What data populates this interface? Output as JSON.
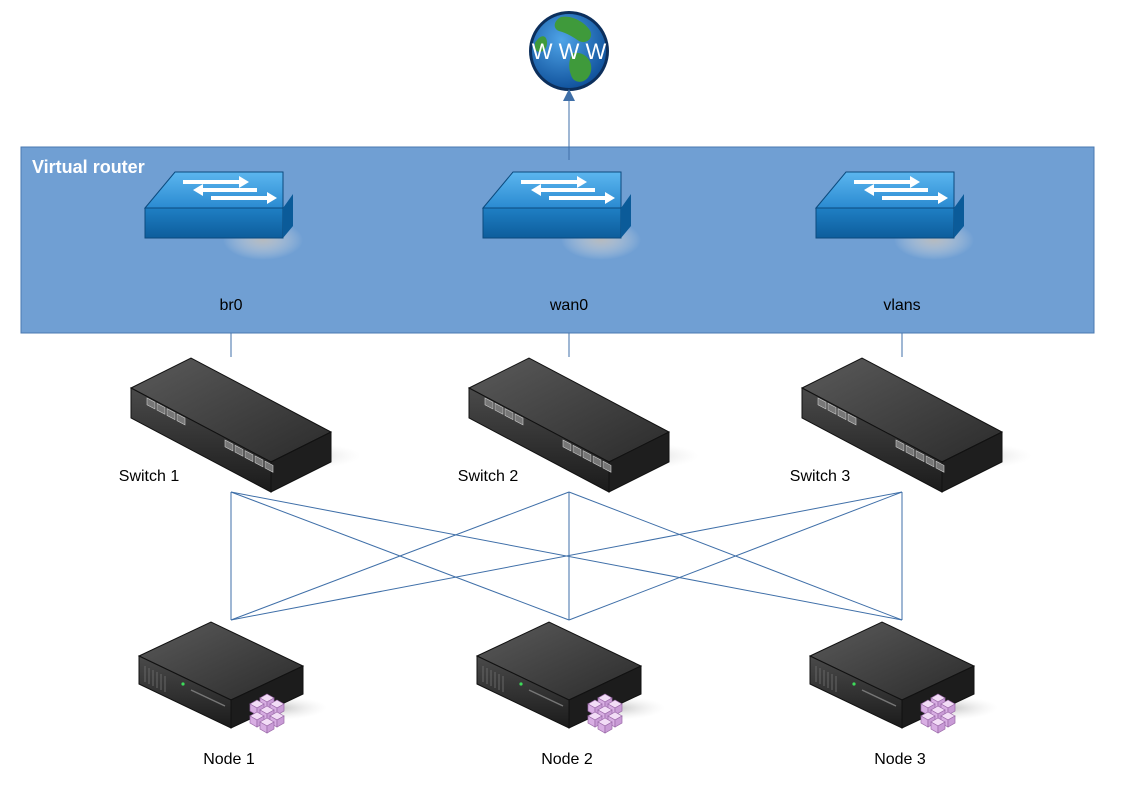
{
  "internet": {
    "icon": "www-globe-icon",
    "label": "W W W"
  },
  "router_group": {
    "title": "Virtual router",
    "fill": "#709fd3",
    "stroke": "#4a78b0"
  },
  "bridges": [
    {
      "id": "br0",
      "label": "br0",
      "icon": "l3-switch-icon"
    },
    {
      "id": "wan0",
      "label": "wan0",
      "icon": "l3-switch-icon"
    },
    {
      "id": "vlans",
      "label": "vlans",
      "icon": "l3-switch-icon"
    }
  ],
  "switches": [
    {
      "id": "switch1",
      "label": "Switch 1",
      "icon": "rack-switch-icon"
    },
    {
      "id": "switch2",
      "label": "Switch 2",
      "icon": "rack-switch-icon"
    },
    {
      "id": "switch3",
      "label": "Switch 3",
      "icon": "rack-switch-icon"
    }
  ],
  "nodes": [
    {
      "id": "node1",
      "label": "Node 1",
      "icon": "server-node-icon"
    },
    {
      "id": "node2",
      "label": "Node 2",
      "icon": "server-node-icon"
    },
    {
      "id": "node3",
      "label": "Node 3",
      "icon": "server-node-icon"
    }
  ],
  "connections": {
    "wan_to_internet": {
      "from": "wan0",
      "to": "internet",
      "arrow": true
    },
    "bridge_to_switch": [
      [
        "br0",
        "switch1"
      ],
      [
        "wan0",
        "switch2"
      ],
      [
        "vlans",
        "switch3"
      ]
    ],
    "switch_to_node_mesh": [
      [
        "switch1",
        "node1"
      ],
      [
        "switch1",
        "node2"
      ],
      [
        "switch1",
        "node3"
      ],
      [
        "switch2",
        "node1"
      ],
      [
        "switch2",
        "node2"
      ],
      [
        "switch2",
        "node3"
      ],
      [
        "switch3",
        "node1"
      ],
      [
        "switch3",
        "node2"
      ],
      [
        "switch3",
        "node3"
      ]
    ]
  },
  "colors": {
    "line": "#3f6fa8",
    "switch_blue": "#1f7fc4",
    "server_dark": "#2a2a2a",
    "cube": "#c99bd6"
  }
}
